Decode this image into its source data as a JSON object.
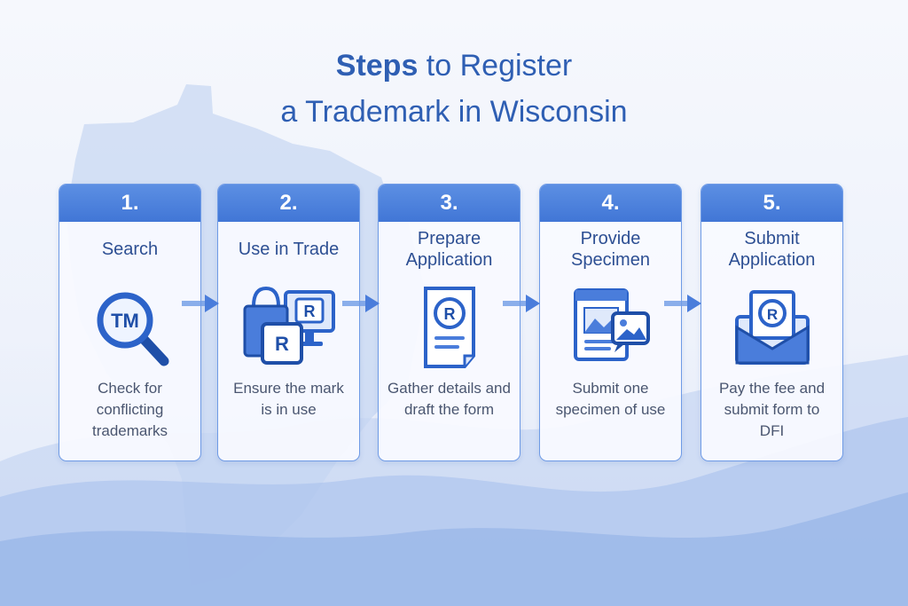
{
  "title": {
    "line1_bold": "Steps",
    "line1_rest": " to Register",
    "line2": "a Trademark in Wisconsin"
  },
  "steps": [
    {
      "number": "1.",
      "name": "Search",
      "icon": "magnifier-tm-icon",
      "icon_text": "TM",
      "description": "Check for conflicting trademarks"
    },
    {
      "number": "2.",
      "name": "Use in Trade",
      "icon": "shopping-bag-monitor-icon",
      "icon_text": "R",
      "description": "Ensure the mark is in use"
    },
    {
      "number": "3.",
      "name": "Prepare Application",
      "icon": "document-registered-icon",
      "icon_text": "R",
      "description": "Gather details and draft the form"
    },
    {
      "number": "4.",
      "name": "Provide Specimen",
      "icon": "specimen-image-icon",
      "icon_text": "",
      "description": "Submit one specimen of use"
    },
    {
      "number": "5.",
      "name": "Submit Application",
      "icon": "envelope-registered-icon",
      "icon_text": "R",
      "description": "Pay the fee and submit form to DFI"
    }
  ],
  "colors": {
    "accent": "#4a7ddb",
    "title": "#2f5fb3",
    "dark": "#1f4fa8"
  }
}
